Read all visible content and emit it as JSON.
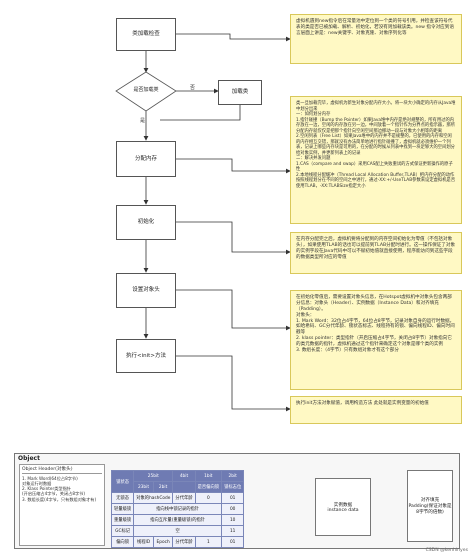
{
  "flow": {
    "start": "类加载检查",
    "decision": "是否加载类",
    "decision_no": "否",
    "decision_yes": "是",
    "load_class": "加载类",
    "allocate": "分配内存",
    "init_zero": "初始化",
    "set_header": "设置对象头",
    "exec_init": "执行<init>方法"
  },
  "notes": {
    "n1": "虚拟机遇到new指令后在常量池中定位到一个类的符号引用，并检查该符号代表的类是否已被加载、解析、初始化，若没有则加载该类。new 指令对应到语言层面上讲是：new关键字、对象克隆、对象序列化等",
    "n2": "类一旦加载完毕，虚拟机为新生对象分配内存大小。将一块大小确定的内存从Java堆中划分出来\n一：如何划分内存\n1.指针碰撞（Bump the Pointer）如果Java堆中内存是绝对规整的，所有用过的内存放在一边，空闲的内存放在另一边，中间放着一个指针作为分界点的指示器，那所分配内存就仅仅是把那个指针向空闲空间那边挪动一段与对象大小相等的距离\n2.空闲列表（Free List）如果Java堆中的内存并不是规整的，已使用的内存和空闲的内存相互交错，那就没有办法简单地进行指针碰撞了，虚拟机就必须维护一个列表，记录上哪些内存块是可用的，在分配的时候从列表中找到一块足够大的空间划分给对象实例，并更新列表上的记录\n二：解决并发问题\n1.CAS（compare and swap）采用CAS配上失败重试的方式保证更新操作的原子性\n2.本地线程分配缓冲（Thread Local Allocation Buffer,TLAB）把内存分配的动作按照线程划分在不同的空间之中进行，通过-XX:+/-UseTLAB参数来设定虚拟机是否使用TLAB，-XX:TLABSize指定大小",
    "n3": "在内存分配完之后，虚拟机要将分配到的内存空间初始化为零值（不包括对象头），如果使用TLAB的话也可以提前到TLAB分配时进行。这一操作保证了对象的实例字段在Java代码中可以不赋初始值就直接使用，程序能访问到这些字段的数据类型所对应的零值",
    "n4": "在初始化零值后，需要设置对象头信息，在Hotspot虚拟机中对象头包含两部分信息：对象头（Header）、实例数据（Instance Data）和对齐填充（Padding）。\n对象头：\n1. Mark Word：32位占4字节，64位占8字节，记录对象自身的运行时数据，如哈希码、GC分代年龄、锁状态标志、线程持有的锁、偏向线程ID、偏向时间戳等\n2. klass pointer：类型指针（开启压缩占4字节，关闭占8字节）对象指向它的类元数据的指针，虚拟机通过这个指针来确定这个对象是哪个类的实例\n3. 数组长度：（4字节）只有数组对象才有这个部分",
    "n5": "执行init方法对象赋值，调用构造方法 此处就是实例变量的初始值"
  },
  "object_panel": {
    "title": "Object",
    "left_header": "Object Header(对象头)",
    "left_text": "1. Mark Word(64位占8字节)\n对象运行时数据\n2. Klass Pointer类型指针\n(开启压缩占4字节，关闭占8字节)\n3. 数组长度(4字节，只有数组对象才有)",
    "table": {
      "head": [
        "锁状态",
        "25bit",
        "4bit",
        "1bit",
        "2bit"
      ],
      "sub": [
        "",
        "23bit",
        "2bit",
        "",
        "是否偏向锁",
        "锁标志位"
      ],
      "rows": [
        [
          "无锁态",
          "对象的hashCode",
          "分代年龄",
          "0",
          "01"
        ],
        [
          "轻量级锁",
          "指向栈中锁记录的指针",
          "",
          "",
          "00"
        ],
        [
          "重量级锁",
          "指向互斥量(重量级锁)的指针",
          "",
          "",
          "10"
        ],
        [
          "GC标记",
          "空",
          "",
          "",
          "11"
        ],
        [
          "偏向锁",
          "线程ID",
          "Epoch",
          "分代年龄",
          "1",
          "01"
        ]
      ]
    },
    "instance_box": "实例数据\ninstance data",
    "padding_box": "对齐填充\nPadding(保证对象是8字节的倍数)"
  },
  "watermark": "CSDN @kenhinyes"
}
